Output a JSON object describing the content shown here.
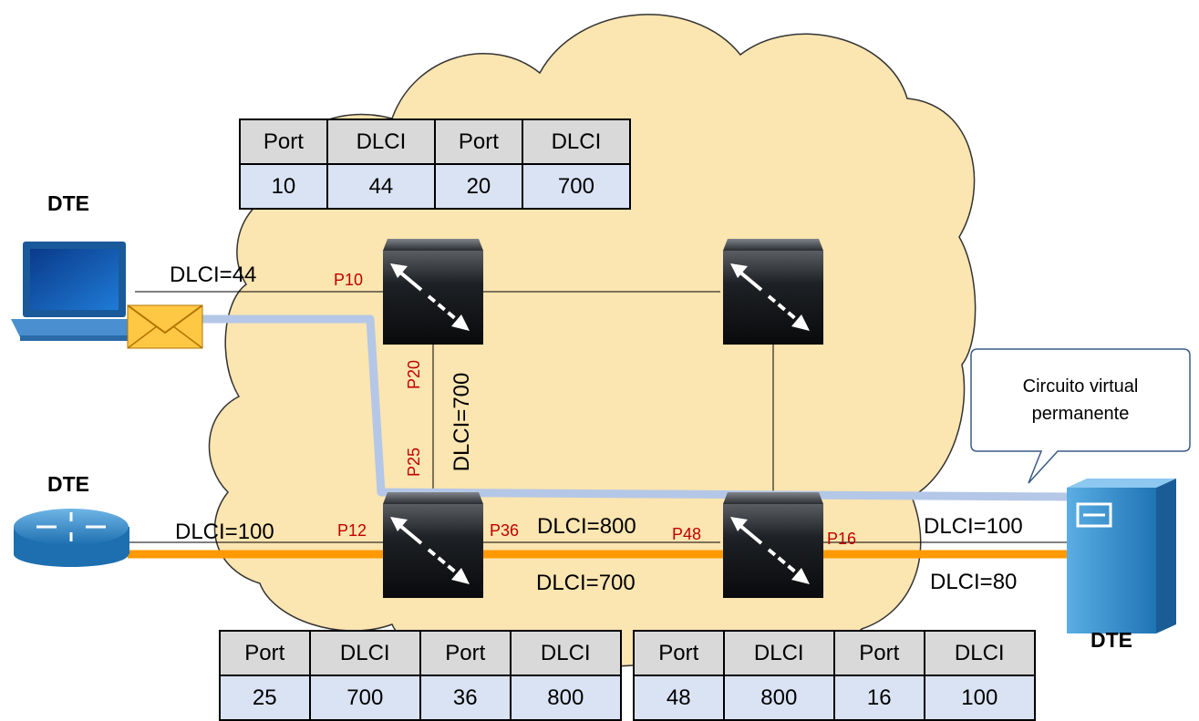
{
  "dte_labels": {
    "top_left": "DTE",
    "mid_left": "DTE",
    "bottom_right": "DTE"
  },
  "links": {
    "laptop_dlci": "DLCI=44",
    "router_dlci": "DLCI=100",
    "s1_s3_dlci": "DLCI=700",
    "s3_s4_dlci": "DLCI=800",
    "s3_s4_lower_dlci": "DLCI=700",
    "server_dlci_top": "DLCI=100",
    "server_dlci_bottom": "DLCI=80"
  },
  "ports": {
    "p10": "P10",
    "p20": "P20",
    "p25": "P25",
    "p12": "P12",
    "p36": "P36",
    "p48": "P48",
    "p16": "P16"
  },
  "callout": {
    "line1": "Circuito virtual",
    "line2": "permanente"
  },
  "tables": {
    "top": {
      "headers": [
        "Port",
        "DLCI",
        "Port",
        "DLCI"
      ],
      "values": [
        "10",
        "44",
        "20",
        "700"
      ]
    },
    "bottom_left": {
      "headers": [
        "Port",
        "DLCI",
        "Port",
        "DLCI"
      ],
      "values": [
        "25",
        "700",
        "36",
        "800"
      ]
    },
    "bottom_right": {
      "headers": [
        "Port",
        "DLCI",
        "Port",
        "DLCI"
      ],
      "values": [
        "48",
        "800",
        "16",
        "100"
      ]
    }
  },
  "colors": {
    "cloud_fill": "#fbe5b0",
    "pvc_blue": "#b4c7e7",
    "pvc_orange": "#ff9900",
    "port_red": "#c00000",
    "table_header": "#d9d9d9",
    "table_values": "#dae3f3"
  }
}
